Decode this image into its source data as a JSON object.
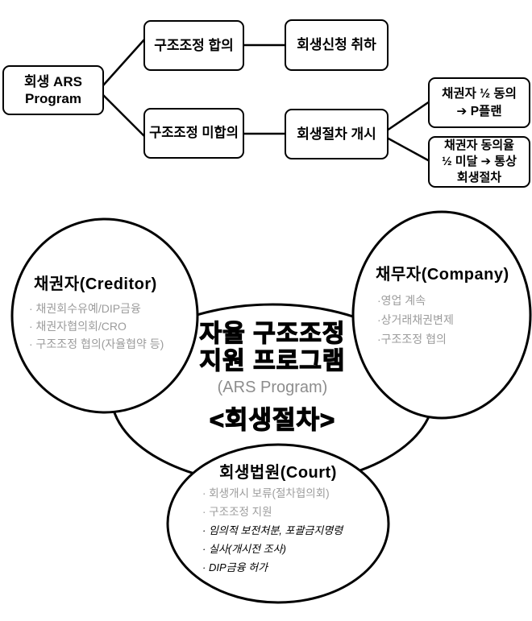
{
  "colors": {
    "ink": "#000000",
    "muted_gray": "#9c9c9c",
    "subtitle_gray": "#8d8d8d",
    "background": "#ffffff"
  },
  "flowchart": {
    "nodes": {
      "root": "회생 ARS\nProgram",
      "agree": "구조조정 합의",
      "withdraw": "회생신청 취하",
      "disagree": "구조조정 미합의",
      "commence": "회생절차 개시",
      "pplan": "채권자 ½ 동의\n➔ P플랜",
      "normal": "채권자 동의율\n½ 미달 ➔ 통상\n회생절차"
    }
  },
  "venn": {
    "center": {
      "title_line1": "자율 구조조정",
      "title_line2": "지원 프로그램",
      "subtitle": "(ARS Program)",
      "caption": "<회생절차>"
    },
    "creditor": {
      "title": "채권자(Creditor)",
      "items": [
        "· 채권회수유예/DIP금융",
        "· 채권자협의회/CRO",
        "· 구조조정 협의(자율협약 등)"
      ]
    },
    "company": {
      "title": "채무자(Company)",
      "items": [
        "·영업 계속",
        "·상거래채권변제",
        "·구조조정 협의"
      ]
    },
    "court": {
      "title": "회생법원(Court)",
      "items_plain": [
        "· 회생개시 보류(절차협의회)",
        "· 구조조정 지원"
      ],
      "items_emphasis": [
        "· 임의적 보전처분, 포괄금지명령",
        "· 실사(개시전 조사)",
        "· DIP금융 허가"
      ]
    }
  }
}
